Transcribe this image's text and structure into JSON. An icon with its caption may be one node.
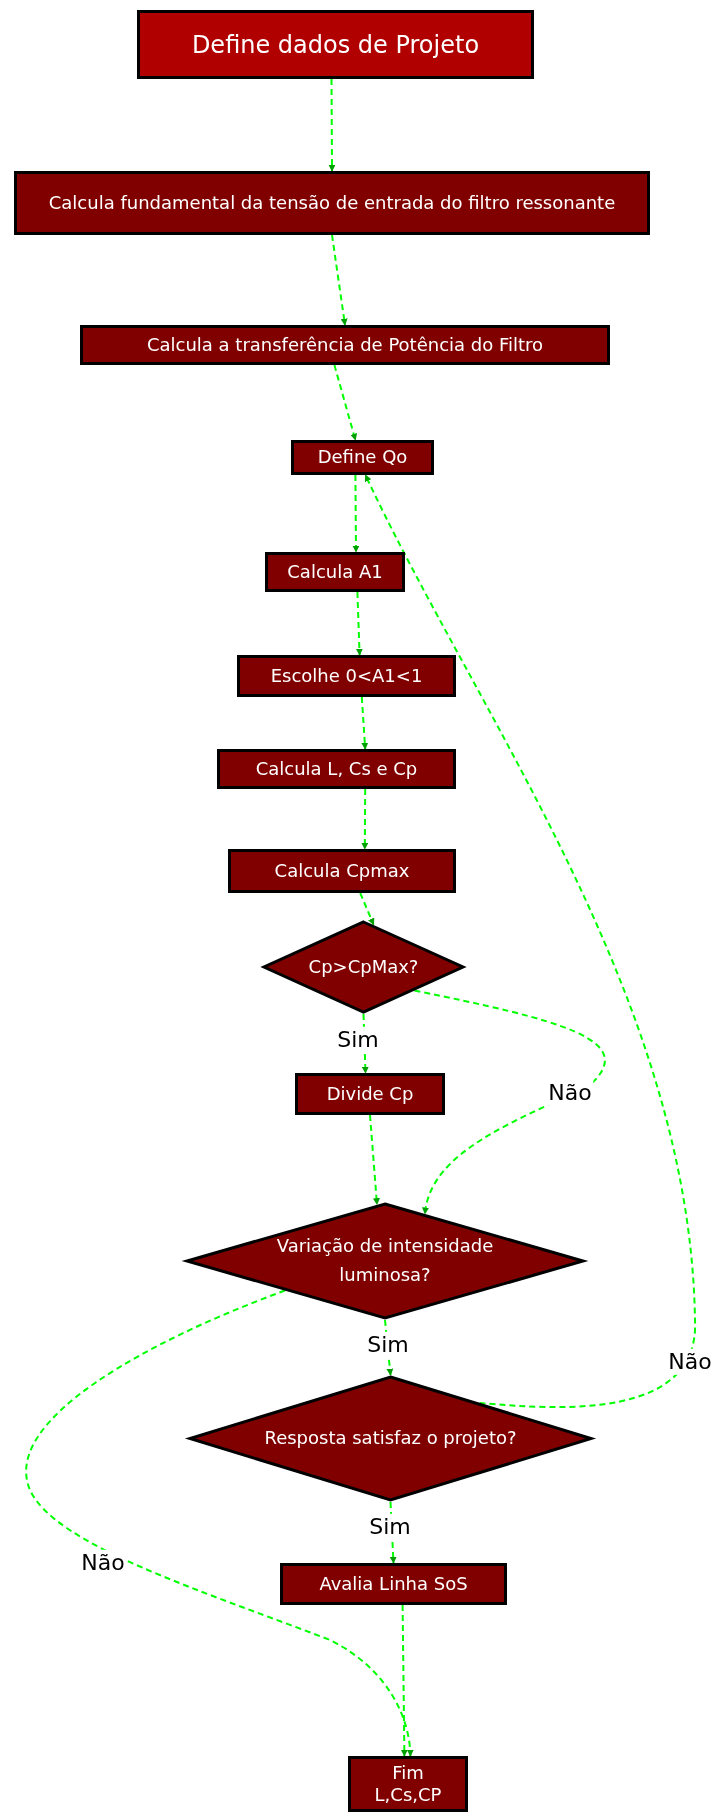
{
  "diagram": {
    "nodes": [
      {
        "text": [
          "Define dados de Projeto"
        ]
      },
      {
        "text": [
          "Calcula fundamental da tensão de entrada do filtro ressonante"
        ]
      },
      {
        "text": [
          "Calcula a transferência de Potência do Filtro"
        ]
      },
      {
        "text": [
          "Define Qo"
        ]
      },
      {
        "text": [
          "Calcula A1"
        ]
      },
      {
        "text": [
          "Escolhe 0<A1<1"
        ]
      },
      {
        "text": [
          "Calcula L, Cs e Cp"
        ]
      },
      {
        "text": [
          "Calcula Cpmax"
        ]
      },
      {
        "text": [
          "Cp>CpMax?"
        ]
      },
      {
        "text": [
          "Divide Cp"
        ]
      },
      {
        "text": [
          "Variação de intensidade luminosa?"
        ]
      },
      {
        "text": [
          "Resposta satisfaz o projeto?"
        ]
      },
      {
        "text": [
          "Avalia Linha SoS"
        ]
      },
      {
        "text": [
          "Fim L,Cs,CP"
        ]
      }
    ],
    "edges": [
      {
        "from": 0,
        "to": 1,
        "arrow": "to",
        "style": "dashed"
      },
      {
        "from": 1,
        "to": 2,
        "arrow": "to",
        "style": "dashed"
      },
      {
        "from": 2,
        "to": 3,
        "arrow": "to",
        "style": "dashed"
      },
      {
        "from": 3,
        "to": 4,
        "arrow": "to",
        "style": "dashed"
      },
      {
        "from": 4,
        "to": 5,
        "arrow": "to",
        "style": "dashed"
      },
      {
        "from": 5,
        "to": 6,
        "arrow": "to",
        "style": "dashed"
      },
      {
        "from": 6,
        "to": 7,
        "arrow": "to",
        "style": "dashed"
      },
      {
        "from": 7,
        "to": 8,
        "arrow": "to",
        "style": "dashed"
      },
      {
        "from": 8,
        "to": 9,
        "label": "Sim",
        "arrow": "to",
        "style": "dashed"
      },
      {
        "from": 8,
        "to": 10,
        "label": "Não",
        "arrow": "to",
        "style": "dashed"
      },
      {
        "from": 9,
        "to": 10,
        "arrow": "to",
        "style": "dashed"
      },
      {
        "from": 10,
        "to": 11,
        "label": "Sim",
        "arrow": "to",
        "style": "dashed"
      },
      {
        "from": 10,
        "to": 13,
        "label": "Não",
        "arrow": "to",
        "style": "dashed"
      },
      {
        "from": 11,
        "to": 3,
        "label": "Não",
        "arrow": "to",
        "style": "dashed"
      },
      {
        "from": 11,
        "to": 12,
        "label": "Sim",
        "arrow": "to",
        "style": "dashed"
      },
      {
        "from": 12,
        "to": 13,
        "arrow": "to",
        "style": "dashed"
      }
    ]
  }
}
